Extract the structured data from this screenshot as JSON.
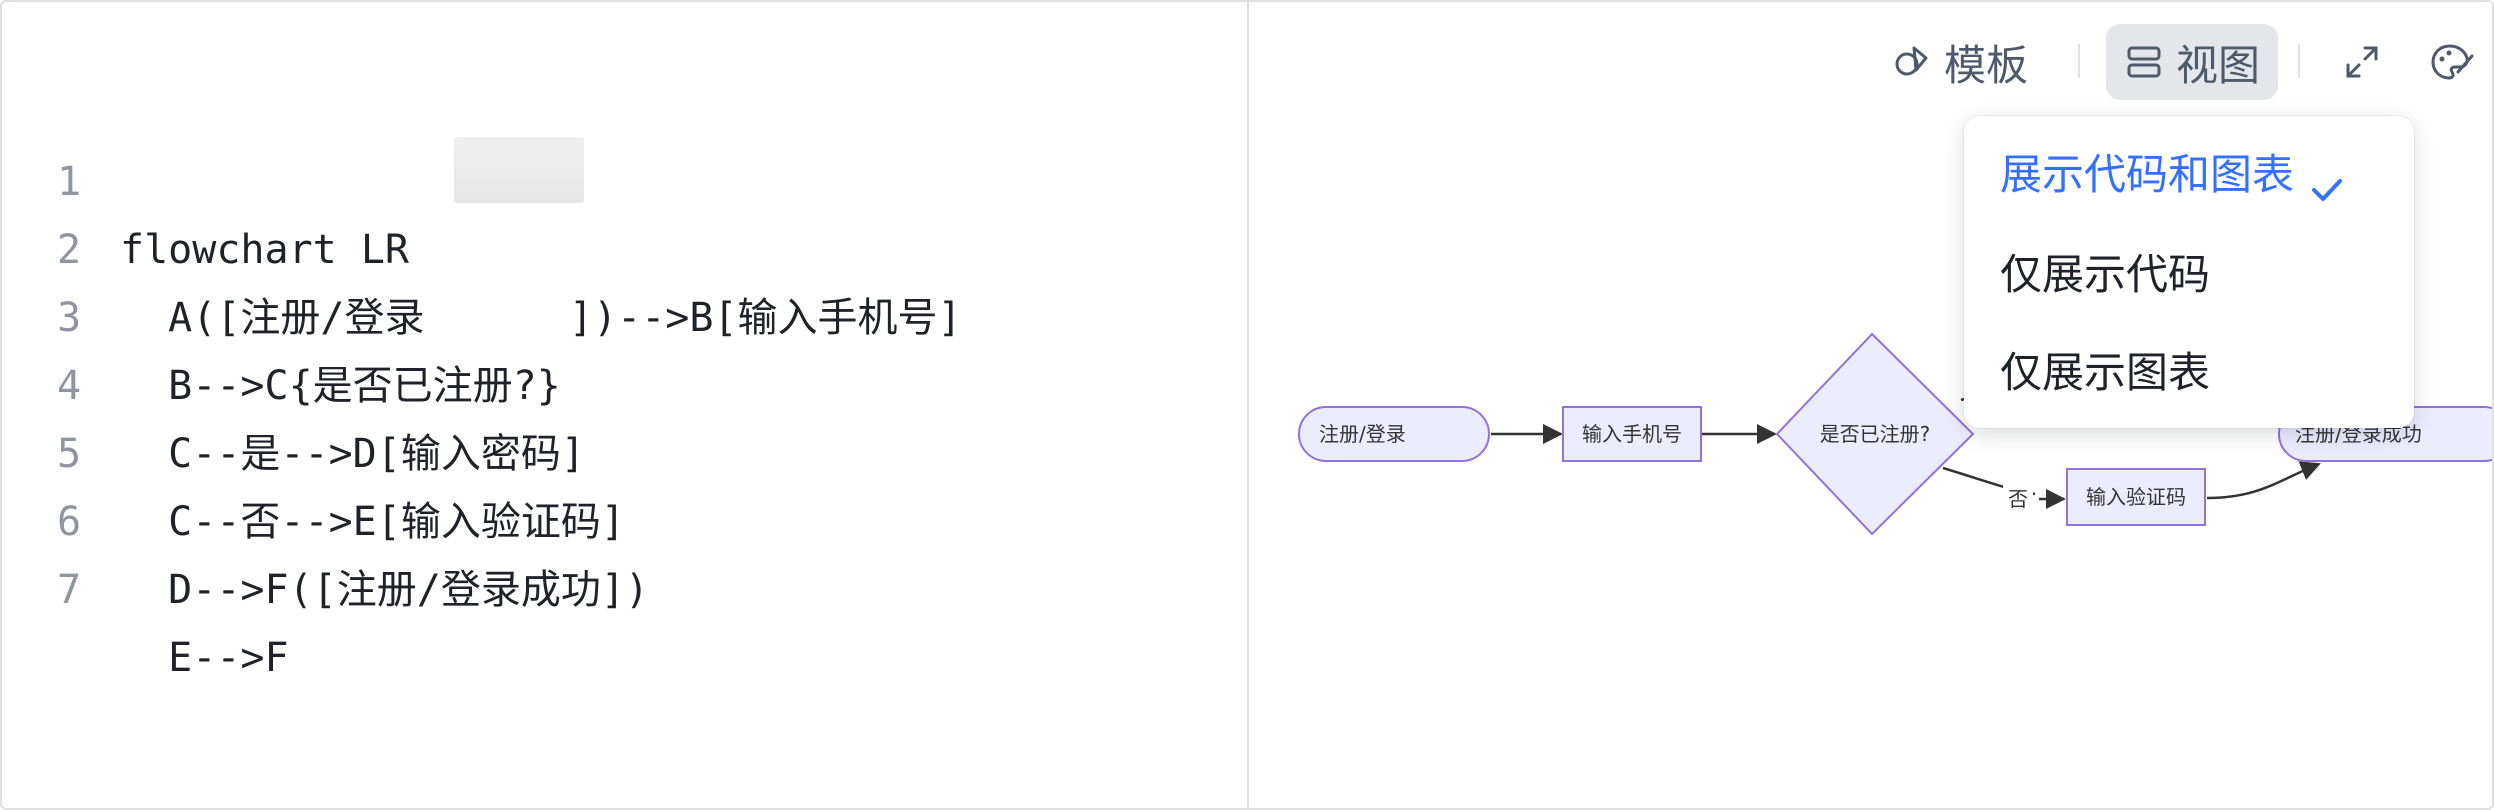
{
  "editor": {
    "lines": [
      {
        "no": "1",
        "text": "flowchart LR"
      },
      {
        "no": "2",
        "text": "  A([注册/登录      ])-->B[输入手机号]"
      },
      {
        "no": "3",
        "text": "  B-->C{是否已注册?}"
      },
      {
        "no": "4",
        "text": "  C--是-->D[输入密码]"
      },
      {
        "no": "5",
        "text": "  C--否-->E[输入验证码]"
      },
      {
        "no": "6",
        "text": "  D-->F([注册/登录成功])"
      },
      {
        "no": "7",
        "text": "  E-->F"
      }
    ]
  },
  "toolbar": {
    "template_label": "模板",
    "view_label": "视图",
    "template_icon": "shapes-icon",
    "view_icon": "split-layout-icon",
    "fullscreen_icon": "expand-icon",
    "theme_icon": "palette-icon"
  },
  "view_menu": {
    "items": [
      {
        "label": "展示代码和图表",
        "selected": true
      },
      {
        "label": "仅展示代码",
        "selected": false
      },
      {
        "label": "仅展示图表",
        "selected": false
      }
    ],
    "accent": "#3370ff"
  },
  "flowchart": {
    "nodes": {
      "A": "注册/登录",
      "B": "输入手机号",
      "C": "是否已注册?",
      "E": "输入验证码",
      "F": "注册/登录成功"
    },
    "edge_labels": {
      "no": "否"
    },
    "node_fill": "#ececff",
    "node_stroke": "#9370db"
  }
}
